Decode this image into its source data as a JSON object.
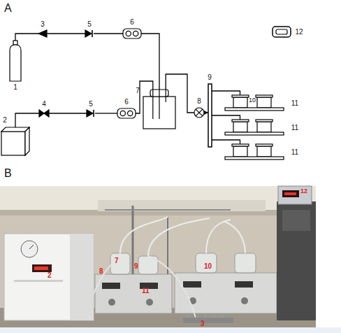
{
  "diagram": {
    "nodes": [
      {
        "text": [
          "1"
        ]
      },
      {
        "text": [
          "3"
        ]
      },
      {
        "text": [
          "5"
        ]
      },
      {
        "text": [
          "6"
        ]
      },
      {
        "text": [
          "2"
        ]
      },
      {
        "text": [
          "4"
        ]
      },
      {
        "text": [
          "5"
        ]
      },
      {
        "text": [
          "6"
        ]
      },
      {
        "text": [
          "7"
        ]
      },
      {
        "text": [
          "8"
        ]
      },
      {
        "text": [
          "9"
        ]
      },
      {
        "text": [
          "11"
        ]
      },
      {
        "text": [
          "11"
        ]
      },
      {
        "text": [
          "11"
        ]
      },
      {
        "text": [
          "12"
        ]
      }
    ],
    "edges": [
      {
        "from": 0,
        "to": 1,
        "arrow": "none"
      },
      {
        "from": 1,
        "to": 2,
        "arrow": "none"
      },
      {
        "from": 2,
        "to": 3,
        "arrow": "none"
      },
      {
        "from": 3,
        "to": 8,
        "arrow": "none"
      },
      {
        "from": 4,
        "to": 5,
        "arrow": "none"
      },
      {
        "from": 5,
        "to": 6,
        "arrow": "none"
      },
      {
        "from": 6,
        "to": 7,
        "arrow": "none"
      },
      {
        "from": 7,
        "to": 8,
        "arrow": "none"
      },
      {
        "from": 8,
        "to": 9,
        "arrow": "none"
      },
      {
        "from": 9,
        "to": 10,
        "arrow": "to"
      },
      {
        "from": 10,
        "to": 11,
        "arrow": "none"
      },
      {
        "from": 10,
        "to": 12,
        "arrow": "none"
      },
      {
        "from": 10,
        "to": 13,
        "arrow": "none"
      }
    ],
    "labels": [
      "A",
      "10",
      "B",
      "2",
      "7",
      "8",
      "9",
      "10",
      "11",
      "3",
      "12"
    ]
  }
}
